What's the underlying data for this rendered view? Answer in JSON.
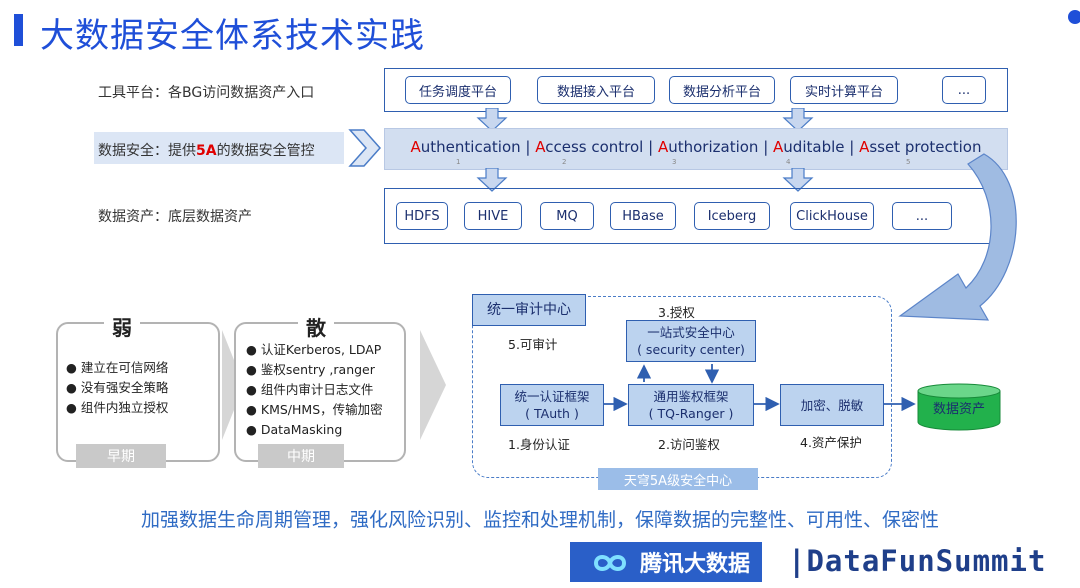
{
  "title": "大数据安全体系技术实践",
  "rows": {
    "tools_label": "工具平台：各BG访问数据资产入口",
    "security_label_prefix": "数据安全：提供",
    "security_label_emph": "5A",
    "security_label_suffix": "的数据安全管控",
    "assets_label": "数据资产：底层数据资产"
  },
  "tool_platforms": [
    "任务调度平台",
    "数据接入平台",
    "数据分析平台",
    "实时计算平台",
    "..."
  ],
  "fivea": [
    {
      "initial": "A",
      "rest": "uthentication",
      "num": "1"
    },
    {
      "initial": "A",
      "rest": "ccess control",
      "num": "2"
    },
    {
      "initial": "A",
      "rest": "uthorization",
      "num": "3"
    },
    {
      "initial": "A",
      "rest": "uditable",
      "num": "4"
    },
    {
      "initial": "A",
      "rest": "sset protection",
      "num": "5"
    }
  ],
  "separator": " | ",
  "data_assets": [
    "HDFS",
    "HIVE",
    "MQ",
    "HBase",
    "Iceberg",
    "ClickHouse",
    "..."
  ],
  "stages": [
    {
      "head": "弱",
      "items": [
        "建立在可信网络",
        "没有强安全策略",
        "组件内独立授权"
      ],
      "foot": "早期"
    },
    {
      "head": "散",
      "items": [
        "认证Kerberos, LDAP",
        "鉴权sentry ,ranger",
        "组件内审计日志文件",
        "KMS/HMS，传输加密",
        "DataMasking"
      ],
      "foot": "中期"
    }
  ],
  "security_center": {
    "audit_box": "统一审计中心",
    "audit_cap": "5.可审计",
    "authz_cap": "3.授权",
    "sc_box_l1": "一站式安全中心",
    "sc_box_l2": "( security center)",
    "tauth_l1": "统一认证框架",
    "tauth_l2": "( TAuth )",
    "tauth_cap": "1.身份认证",
    "ranger_l1": "通用鉴权框架",
    "ranger_l2": "( TQ-Ranger )",
    "ranger_cap": "2.访问鉴权",
    "encrypt_box": "加密、脱敏",
    "encrypt_cap": "4.资产保护",
    "asset_cylinder": "数据资产",
    "footer": "天穹5A级安全中心"
  },
  "bottom_text": "加强数据生命周期管理，强化风险识别、监控和处理机制，保障数据的完整性、可用性、保密性",
  "brand": {
    "tencent": "腾讯大数据",
    "datafun": "|DataFunSummit"
  },
  "colors": {
    "title_blue": "#1f4fd8",
    "accent_red": "#e00000",
    "band_bg": "#d2def0",
    "box_blue": "#bcd3ef",
    "green": "#22b14c"
  }
}
